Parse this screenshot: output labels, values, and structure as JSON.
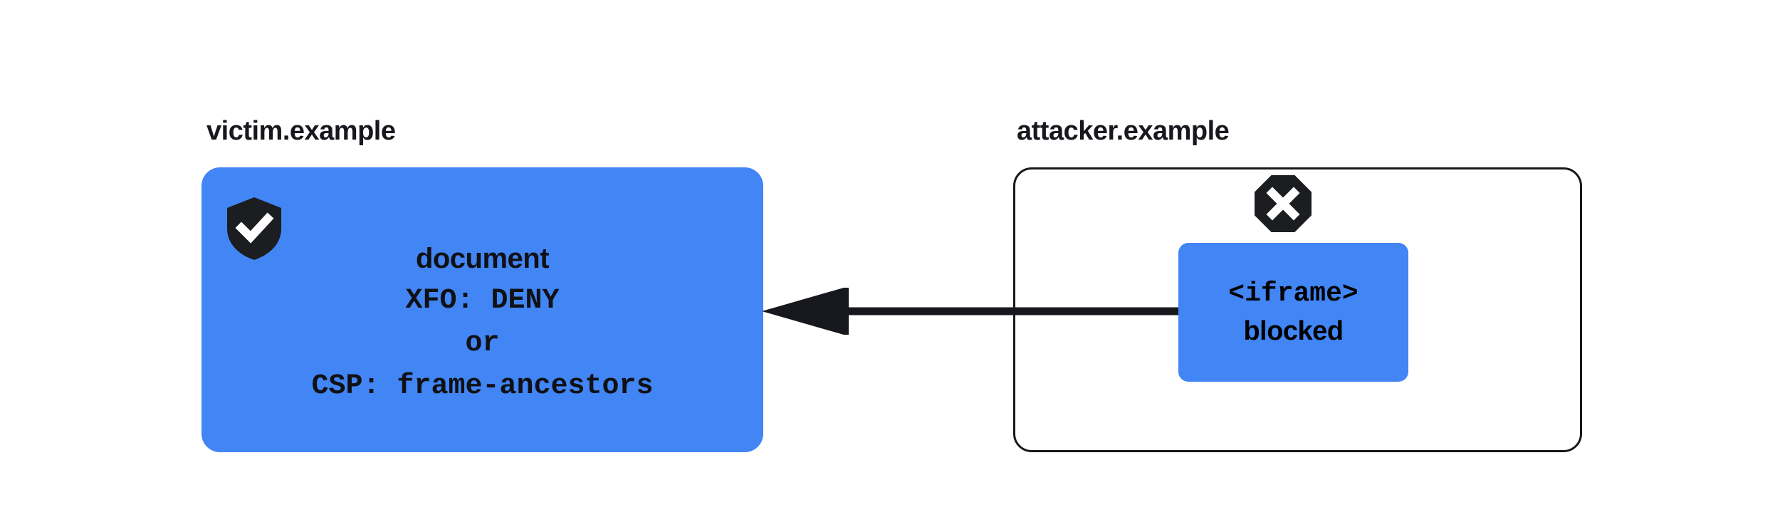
{
  "diagram": {
    "type": "security-flow-diagram",
    "title_visible": false,
    "background_color": "#ffffff",
    "accent_color": "#4285f4",
    "ink_color": "#16181d"
  },
  "victim": {
    "label": "victim.example",
    "icon": "shield-check-icon",
    "card": {
      "fill": "#4285f4",
      "lines": [
        {
          "text": "document",
          "style": "sans"
        },
        {
          "text": "XFO: DENY",
          "style": "mono"
        },
        {
          "text": "or",
          "style": "mono"
        },
        {
          "text": "CSP: frame-ancestors",
          "style": "mono"
        }
      ]
    }
  },
  "attacker": {
    "label": "attacker.example",
    "icon": "x-octagon-icon",
    "panel": {
      "fill": "#ffffff",
      "border_color": "#16181d"
    },
    "iframe_card": {
      "fill": "#4285f4",
      "lines": [
        {
          "text": "<iframe>",
          "style": "mono"
        },
        {
          "text": "blocked",
          "style": "sans"
        }
      ]
    }
  },
  "connector": {
    "name": "blocked-framing-arrow",
    "direction": "right-to-left",
    "from": "attacker.iframe_card",
    "to": "victim.card",
    "color": "#16181d"
  }
}
